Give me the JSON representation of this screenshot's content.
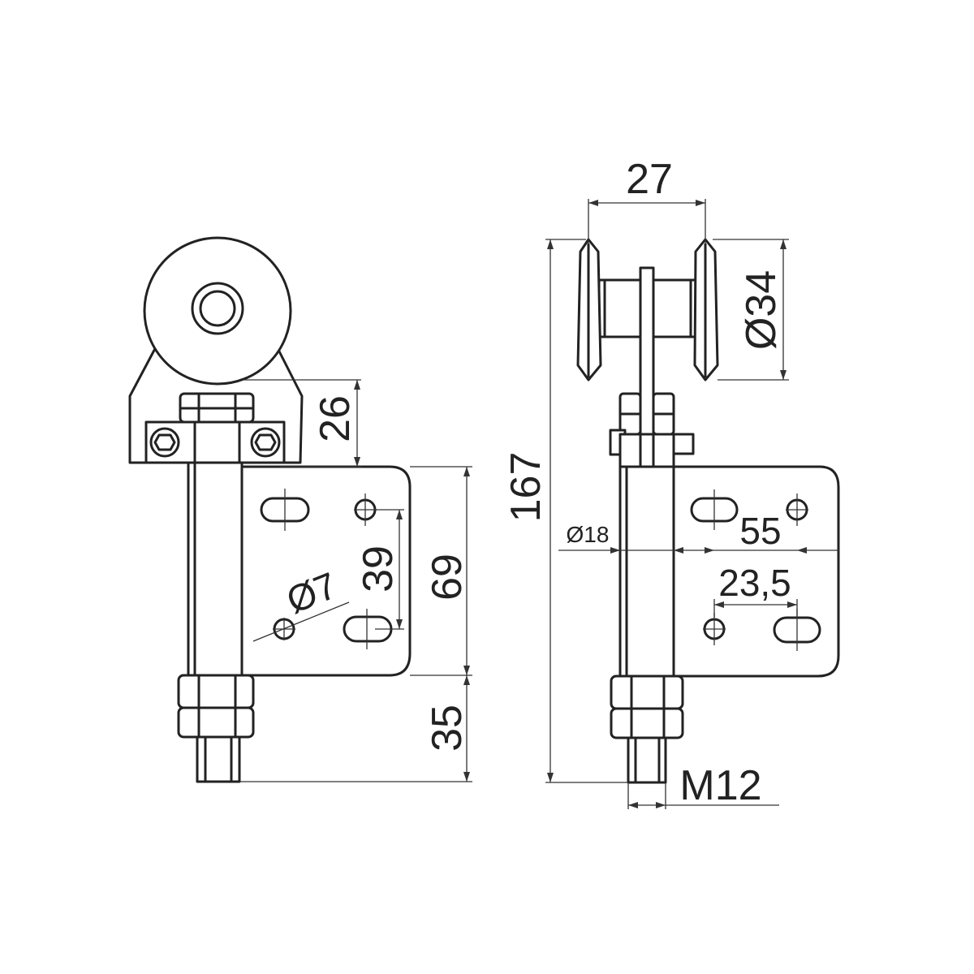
{
  "side_view": {
    "dim_26": "26",
    "dim_39": "39",
    "dim_69": "69",
    "dim_35": "35",
    "dim_hole": "Ø7"
  },
  "front_view": {
    "dim_27": "27",
    "dim_34": "Ø34",
    "dim_167": "167",
    "dim_18": "Ø18",
    "dim_55": "55",
    "dim_23_5": "23,5",
    "dim_m12": "M12"
  }
}
